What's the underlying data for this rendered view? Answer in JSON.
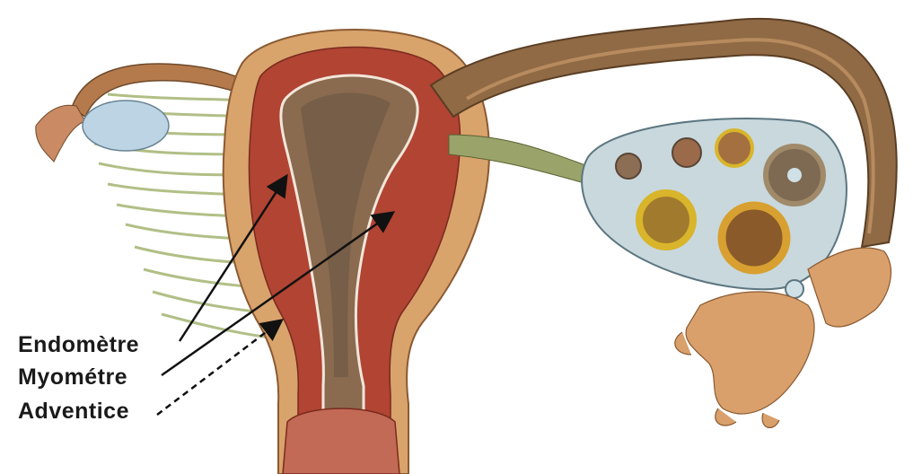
{
  "labels": [
    "Endomètre",
    "Myométre",
    "Adventice"
  ],
  "colors": {
    "adventice": "#d9a36c",
    "myometrium": "#b14433",
    "endometrium": "#8a6b50",
    "cavity": "#6e5844",
    "tube": "#8f6a45",
    "ovary": "#c8d8dd",
    "follicle_yellow": "#d8b52a",
    "ligament": "#a9b97a",
    "arrow": "#111111"
  }
}
